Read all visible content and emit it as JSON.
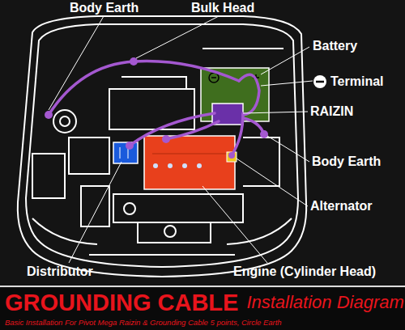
{
  "diagram": {
    "title": "GROUNDING CABLE",
    "caption": "Basic Installation For Pivot Mega Raizin & Grounding Cable 5 points, Circle Earth",
    "labels": [
      "Body Earth",
      "Bulk Head",
      "Battery",
      "Terminal",
      "RAIZIN",
      "Body Earth",
      "Alternator",
      "Distributor",
      "Engine (Cylinder Head)",
      "Installation Diagram"
    ]
  }
}
